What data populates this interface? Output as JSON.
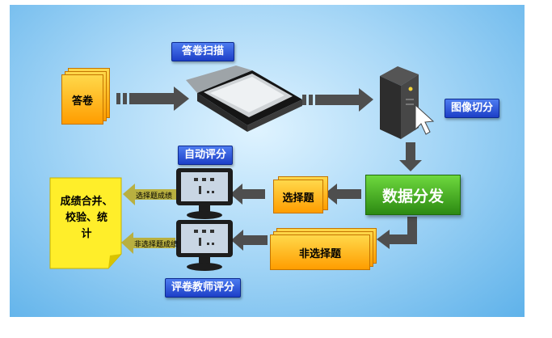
{
  "labels": {
    "answer_sheet": "答卷",
    "scan": "答卷扫描",
    "image_split": "图像切分",
    "data_dispatch": "数据分发",
    "auto_score": "自动评分",
    "choice_q": "选择题",
    "nonchoice_q": "非选择题",
    "merge_line1": "成绩合并、",
    "merge_line2": "校验、统",
    "merge_line3": "计",
    "choice_score": "选择题成绩",
    "nonchoice_score": "非选择题成绩",
    "teacher_score": "评卷教师评分"
  },
  "colors": {
    "label_blue": "#2a4fd6",
    "doc_orange": "#ffb21f",
    "dispatch_green": "#3fa020",
    "arrow_gray": "#555555",
    "arrow_olive": "#b3ab3a"
  }
}
